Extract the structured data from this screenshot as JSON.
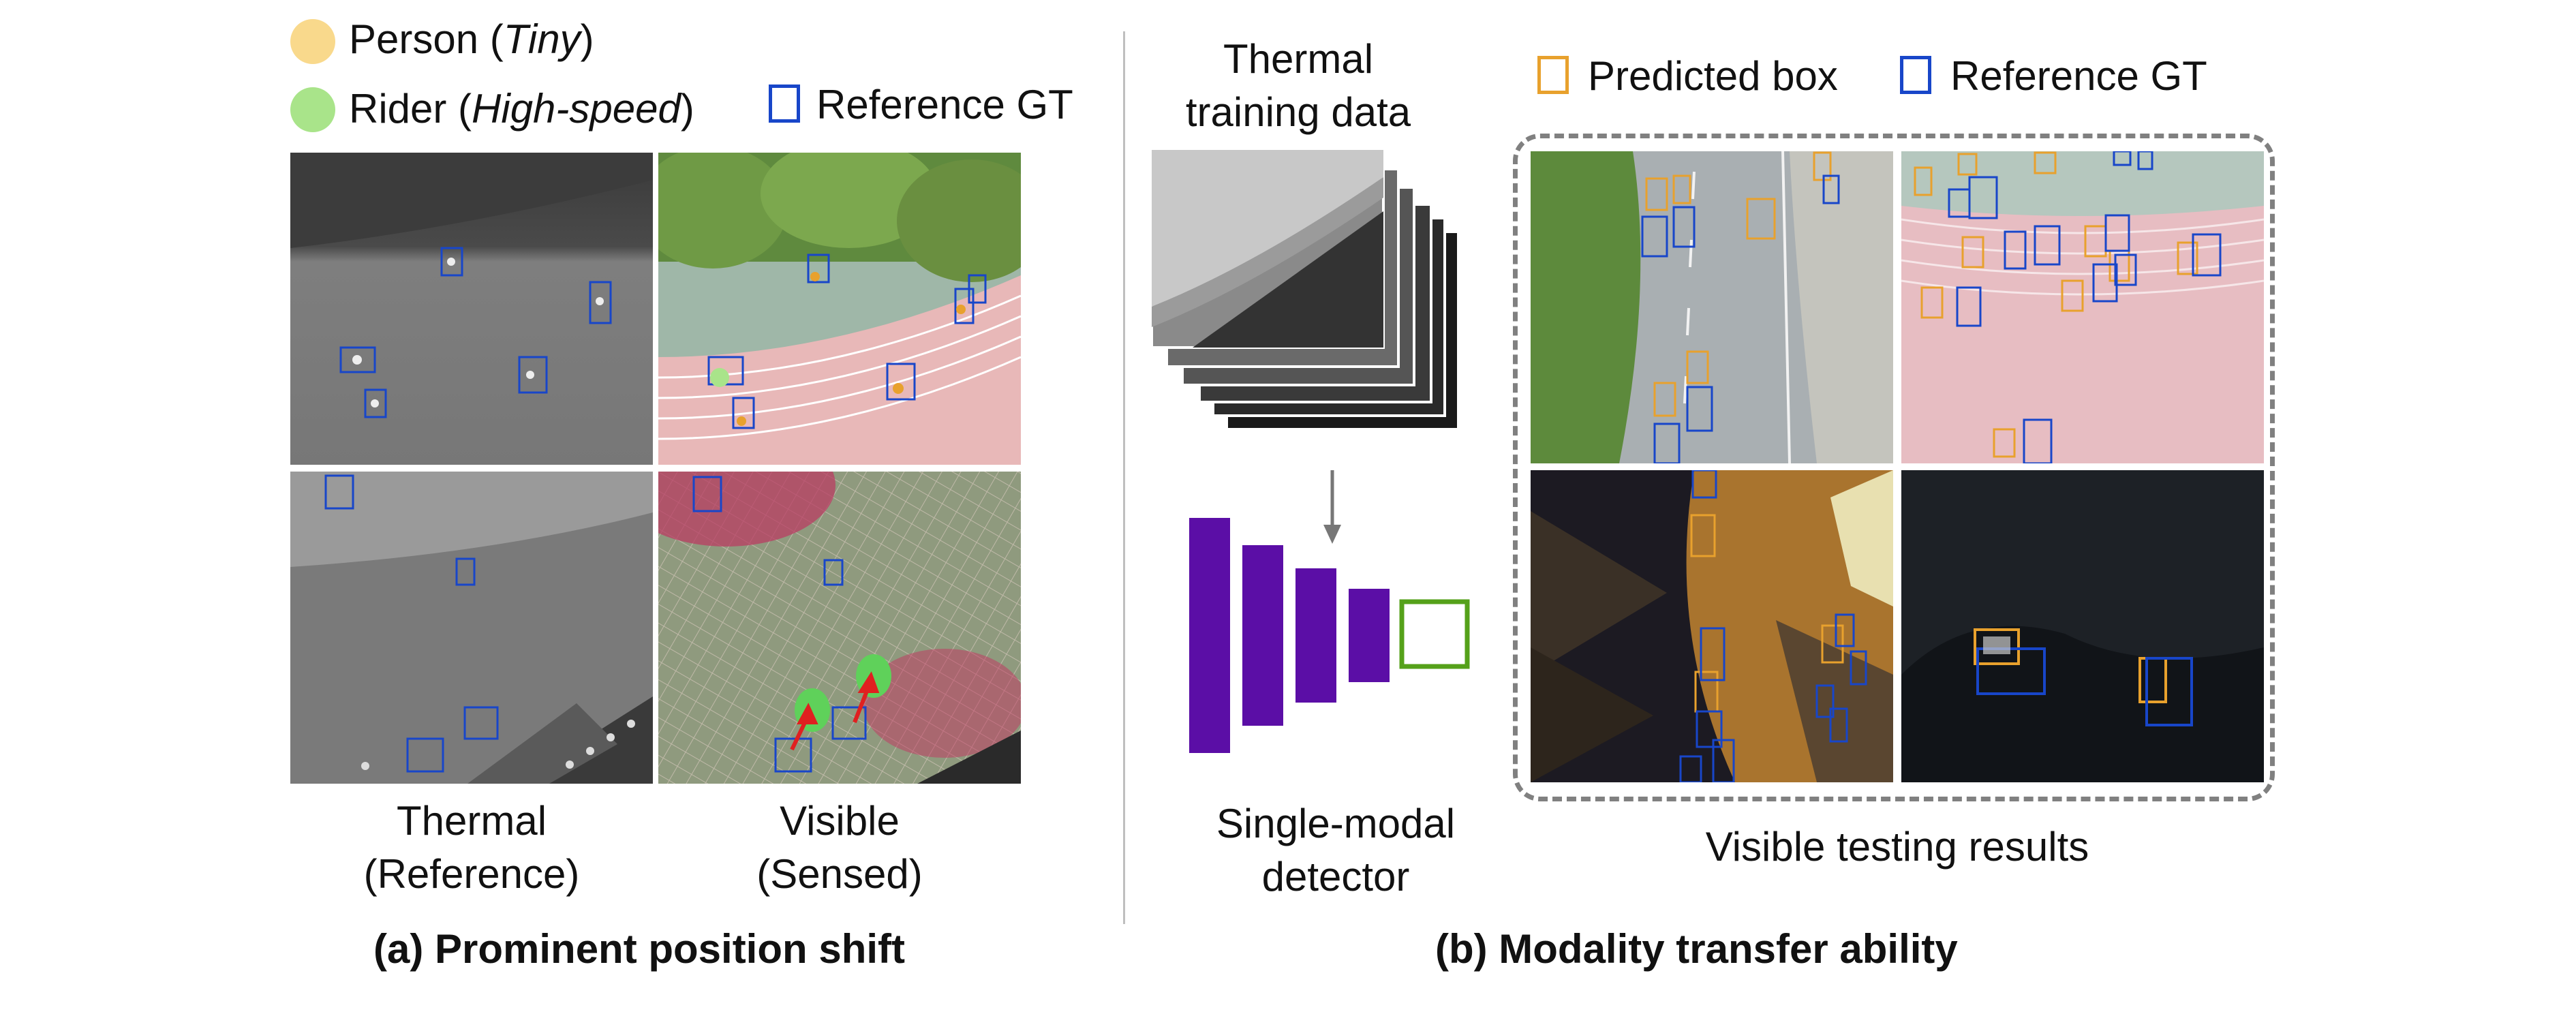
{
  "colors": {
    "person": "#f9d98c",
    "rider": "#a9e48a",
    "predicted": "#e8a12d",
    "reference": "#1846c9",
    "detector": "#5b0ea6",
    "output_box": "#55a11a",
    "dashed": "#808080"
  },
  "panel_a": {
    "legend_person_prefix": "Person (",
    "legend_person_em": "Tiny",
    "legend_person_suffix": ")",
    "legend_rider_prefix": "Rider (",
    "legend_rider_em": "High-speed",
    "legend_rider_suffix": ")",
    "legend_reference": "Reference GT",
    "col_thermal_1": "Thermal",
    "col_thermal_2": "(Reference)",
    "col_visible_1": "Visible",
    "col_visible_2": "(Sensed)",
    "title": "(a) Prominent position shift"
  },
  "panel_b": {
    "training_1": "Thermal",
    "training_2": "training data",
    "detector_1": "Single-modal",
    "detector_2": "detector",
    "legend_predicted": "Predicted box",
    "legend_reference": "Reference GT",
    "results_caption": "Visible testing results",
    "title": "(b) Modality transfer ability"
  }
}
